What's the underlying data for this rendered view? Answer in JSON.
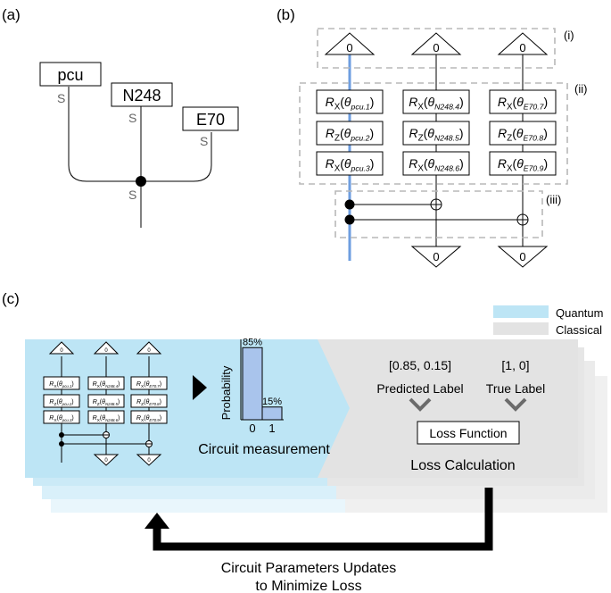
{
  "panels": {
    "a": "(a)",
    "b": "(b)",
    "c": "(c)"
  },
  "tree": {
    "nodes": [
      "pcu",
      "N248",
      "E70"
    ],
    "edge_label": "S"
  },
  "circuit": {
    "init_state": "0",
    "end_state": "0",
    "sections": {
      "i": "(i)",
      "ii": "(ii)",
      "iii": "(iii)"
    },
    "gates": [
      [
        {
          "op": "R",
          "axis": "X",
          "param": "pcu.1"
        },
        {
          "op": "R",
          "axis": "Z",
          "param": "pcu.2"
        },
        {
          "op": "R",
          "axis": "X",
          "param": "pcu.3"
        }
      ],
      [
        {
          "op": "R",
          "axis": "X",
          "param": "N248.4"
        },
        {
          "op": "R",
          "axis": "Z",
          "param": "N248.5"
        },
        {
          "op": "R",
          "axis": "X",
          "param": "N248.6"
        }
      ],
      [
        {
          "op": "R",
          "axis": "X",
          "param": "E70.7"
        },
        {
          "op": "R",
          "axis": "Z",
          "param": "E70.8"
        },
        {
          "op": "R",
          "axis": "X",
          "param": "E70.9"
        }
      ]
    ]
  },
  "training": {
    "legend": [
      {
        "label": "Quantum",
        "color": "#bde5f5"
      },
      {
        "label": "Classical",
        "color": "#e3e3e3"
      }
    ],
    "histogram": {
      "ylabel": "Probability",
      "categories": [
        "0",
        "1"
      ],
      "values": [
        0.85,
        0.15
      ],
      "value_labels": [
        "85%",
        "15%"
      ],
      "color": "#a9c4ec"
    },
    "circuit_measurement": "Circuit measurement",
    "predicted_values": "[0.85, 0.15]",
    "predicted_label": "Predicted Label",
    "true_values": "[1, 0]",
    "true_label": "True Label",
    "loss_function": "Loss Function",
    "loss_calculation": "Loss Calculation",
    "feedback_line1": "Circuit Parameters Updates",
    "feedback_line2": "to Minimize Loss"
  }
}
